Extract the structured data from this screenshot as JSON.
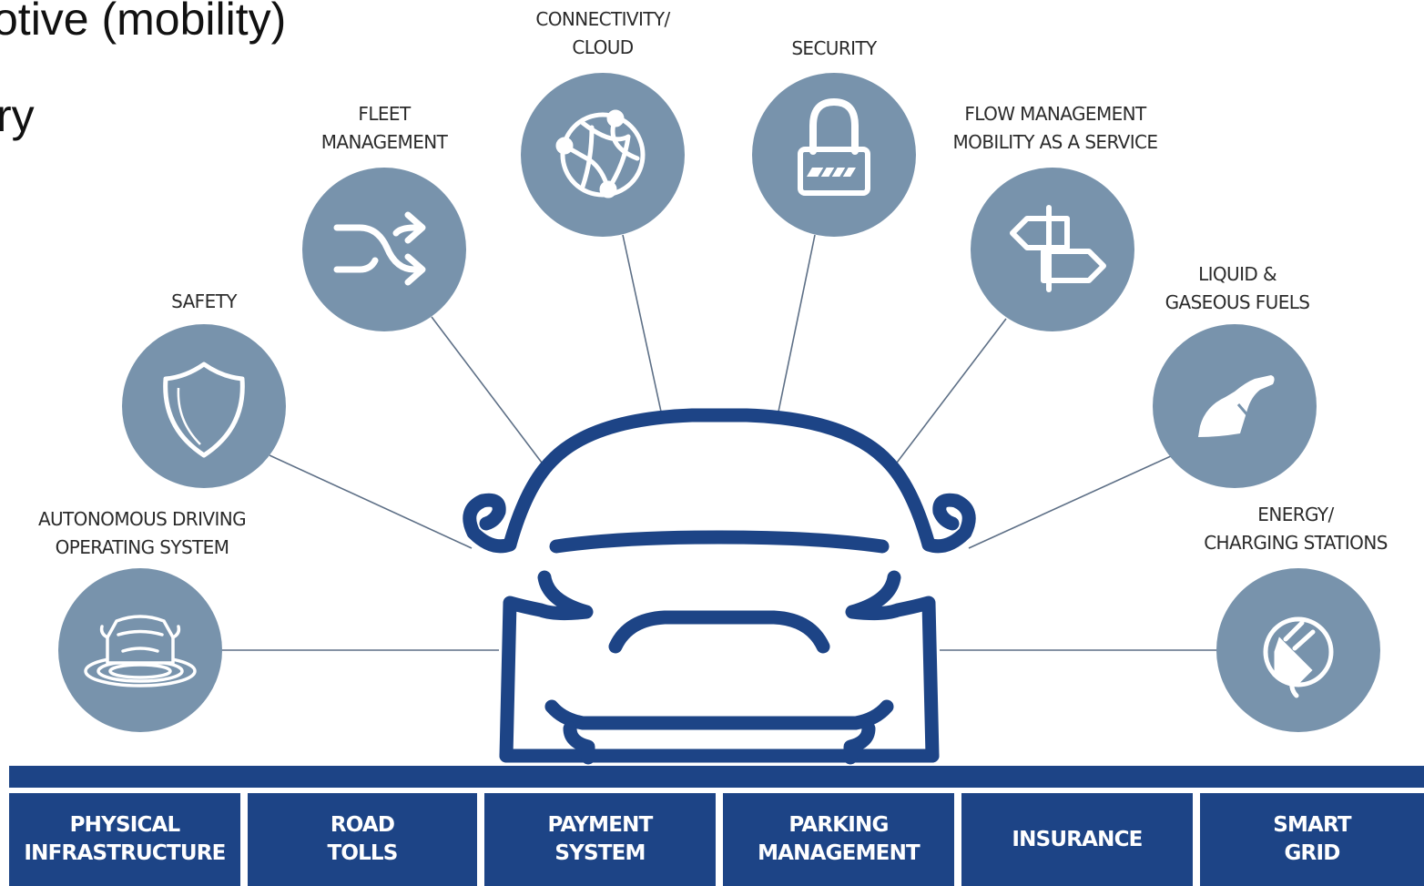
{
  "heading": {
    "line1": "otive (mobility)",
    "line2": "ry"
  },
  "colors": {
    "circle": "#7893ac",
    "navy": "#1d4486",
    "connector": "#5d6f86",
    "icon": "#ffffff"
  },
  "services": [
    {
      "id": "autonomous",
      "lines": [
        "AUTONOMOUS DRIVING",
        "OPERATING SYSTEM"
      ],
      "icon": "car-radar-icon"
    },
    {
      "id": "safety",
      "lines": [
        "SAFETY"
      ],
      "icon": "shield-icon"
    },
    {
      "id": "fleet",
      "lines": [
        "FLEET",
        "MANAGEMENT"
      ],
      "icon": "shuffle-arrows-icon"
    },
    {
      "id": "connectivity",
      "lines": [
        "CONNECTIVITY/",
        "CLOUD"
      ],
      "icon": "globe-network-icon"
    },
    {
      "id": "security",
      "lines": [
        "SECURITY"
      ],
      "icon": "padlock-icon"
    },
    {
      "id": "flow",
      "lines": [
        "FLOW MANAGEMENT",
        "MOBILITY AS A SERVICE"
      ],
      "icon": "signpost-icon"
    },
    {
      "id": "fuels",
      "lines": [
        "LIQUID &",
        "GASEOUS FUELS"
      ],
      "icon": "fuel-nozzle-icon"
    },
    {
      "id": "energy",
      "lines": [
        "ENERGY/",
        "CHARGING STATIONS"
      ],
      "icon": "plug-icon"
    }
  ],
  "bottom_bar": [
    {
      "lines": [
        "PHYSICAL",
        "INFRASTRUCTURE"
      ]
    },
    {
      "lines": [
        "ROAD",
        "TOLLS"
      ]
    },
    {
      "lines": [
        "PAYMENT",
        "SYSTEM"
      ]
    },
    {
      "lines": [
        "PARKING",
        "MANAGEMENT"
      ]
    },
    {
      "lines": [
        "INSURANCE"
      ]
    },
    {
      "lines": [
        "SMART",
        "GRID"
      ]
    }
  ]
}
